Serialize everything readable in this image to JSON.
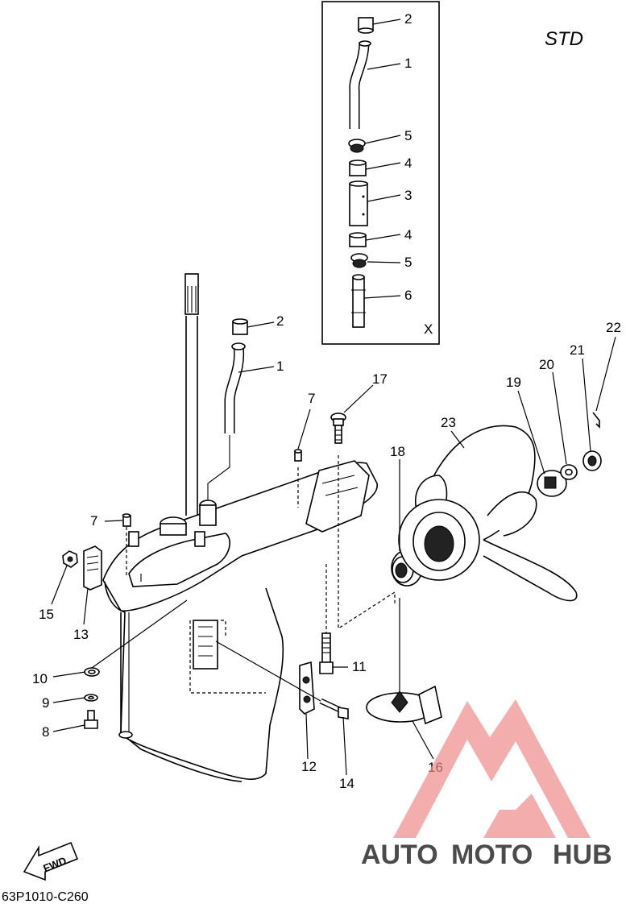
{
  "diagram": {
    "std_label": "STD",
    "inset_label": "X",
    "drawing_code": "63P1010-C260",
    "fwd_label": "FWD",
    "watermark": {
      "text_a": "AUTO",
      "text_b": "MOTO",
      "text_c": "HUB",
      "color_a": "#f5b26b",
      "color_b": "#f08b8b",
      "color_c": "#9e9e9e"
    },
    "inset_callouts": {
      "c2": "2",
      "c1": "1",
      "c5a": "5",
      "c4a": "4",
      "c3": "3",
      "c4b": "4",
      "c5b": "5",
      "c6": "6"
    },
    "main_callouts": {
      "c2": "2",
      "c1": "1",
      "c17": "17",
      "c7a": "7",
      "c7b": "7",
      "c18": "18",
      "c23": "23",
      "c19": "19",
      "c20": "20",
      "c21": "21",
      "c22": "22",
      "c15": "15",
      "c13": "13",
      "c10": "10",
      "c9": "9",
      "c8": "8",
      "c11": "11",
      "c12": "12",
      "c14": "14",
      "c16": "16"
    }
  }
}
